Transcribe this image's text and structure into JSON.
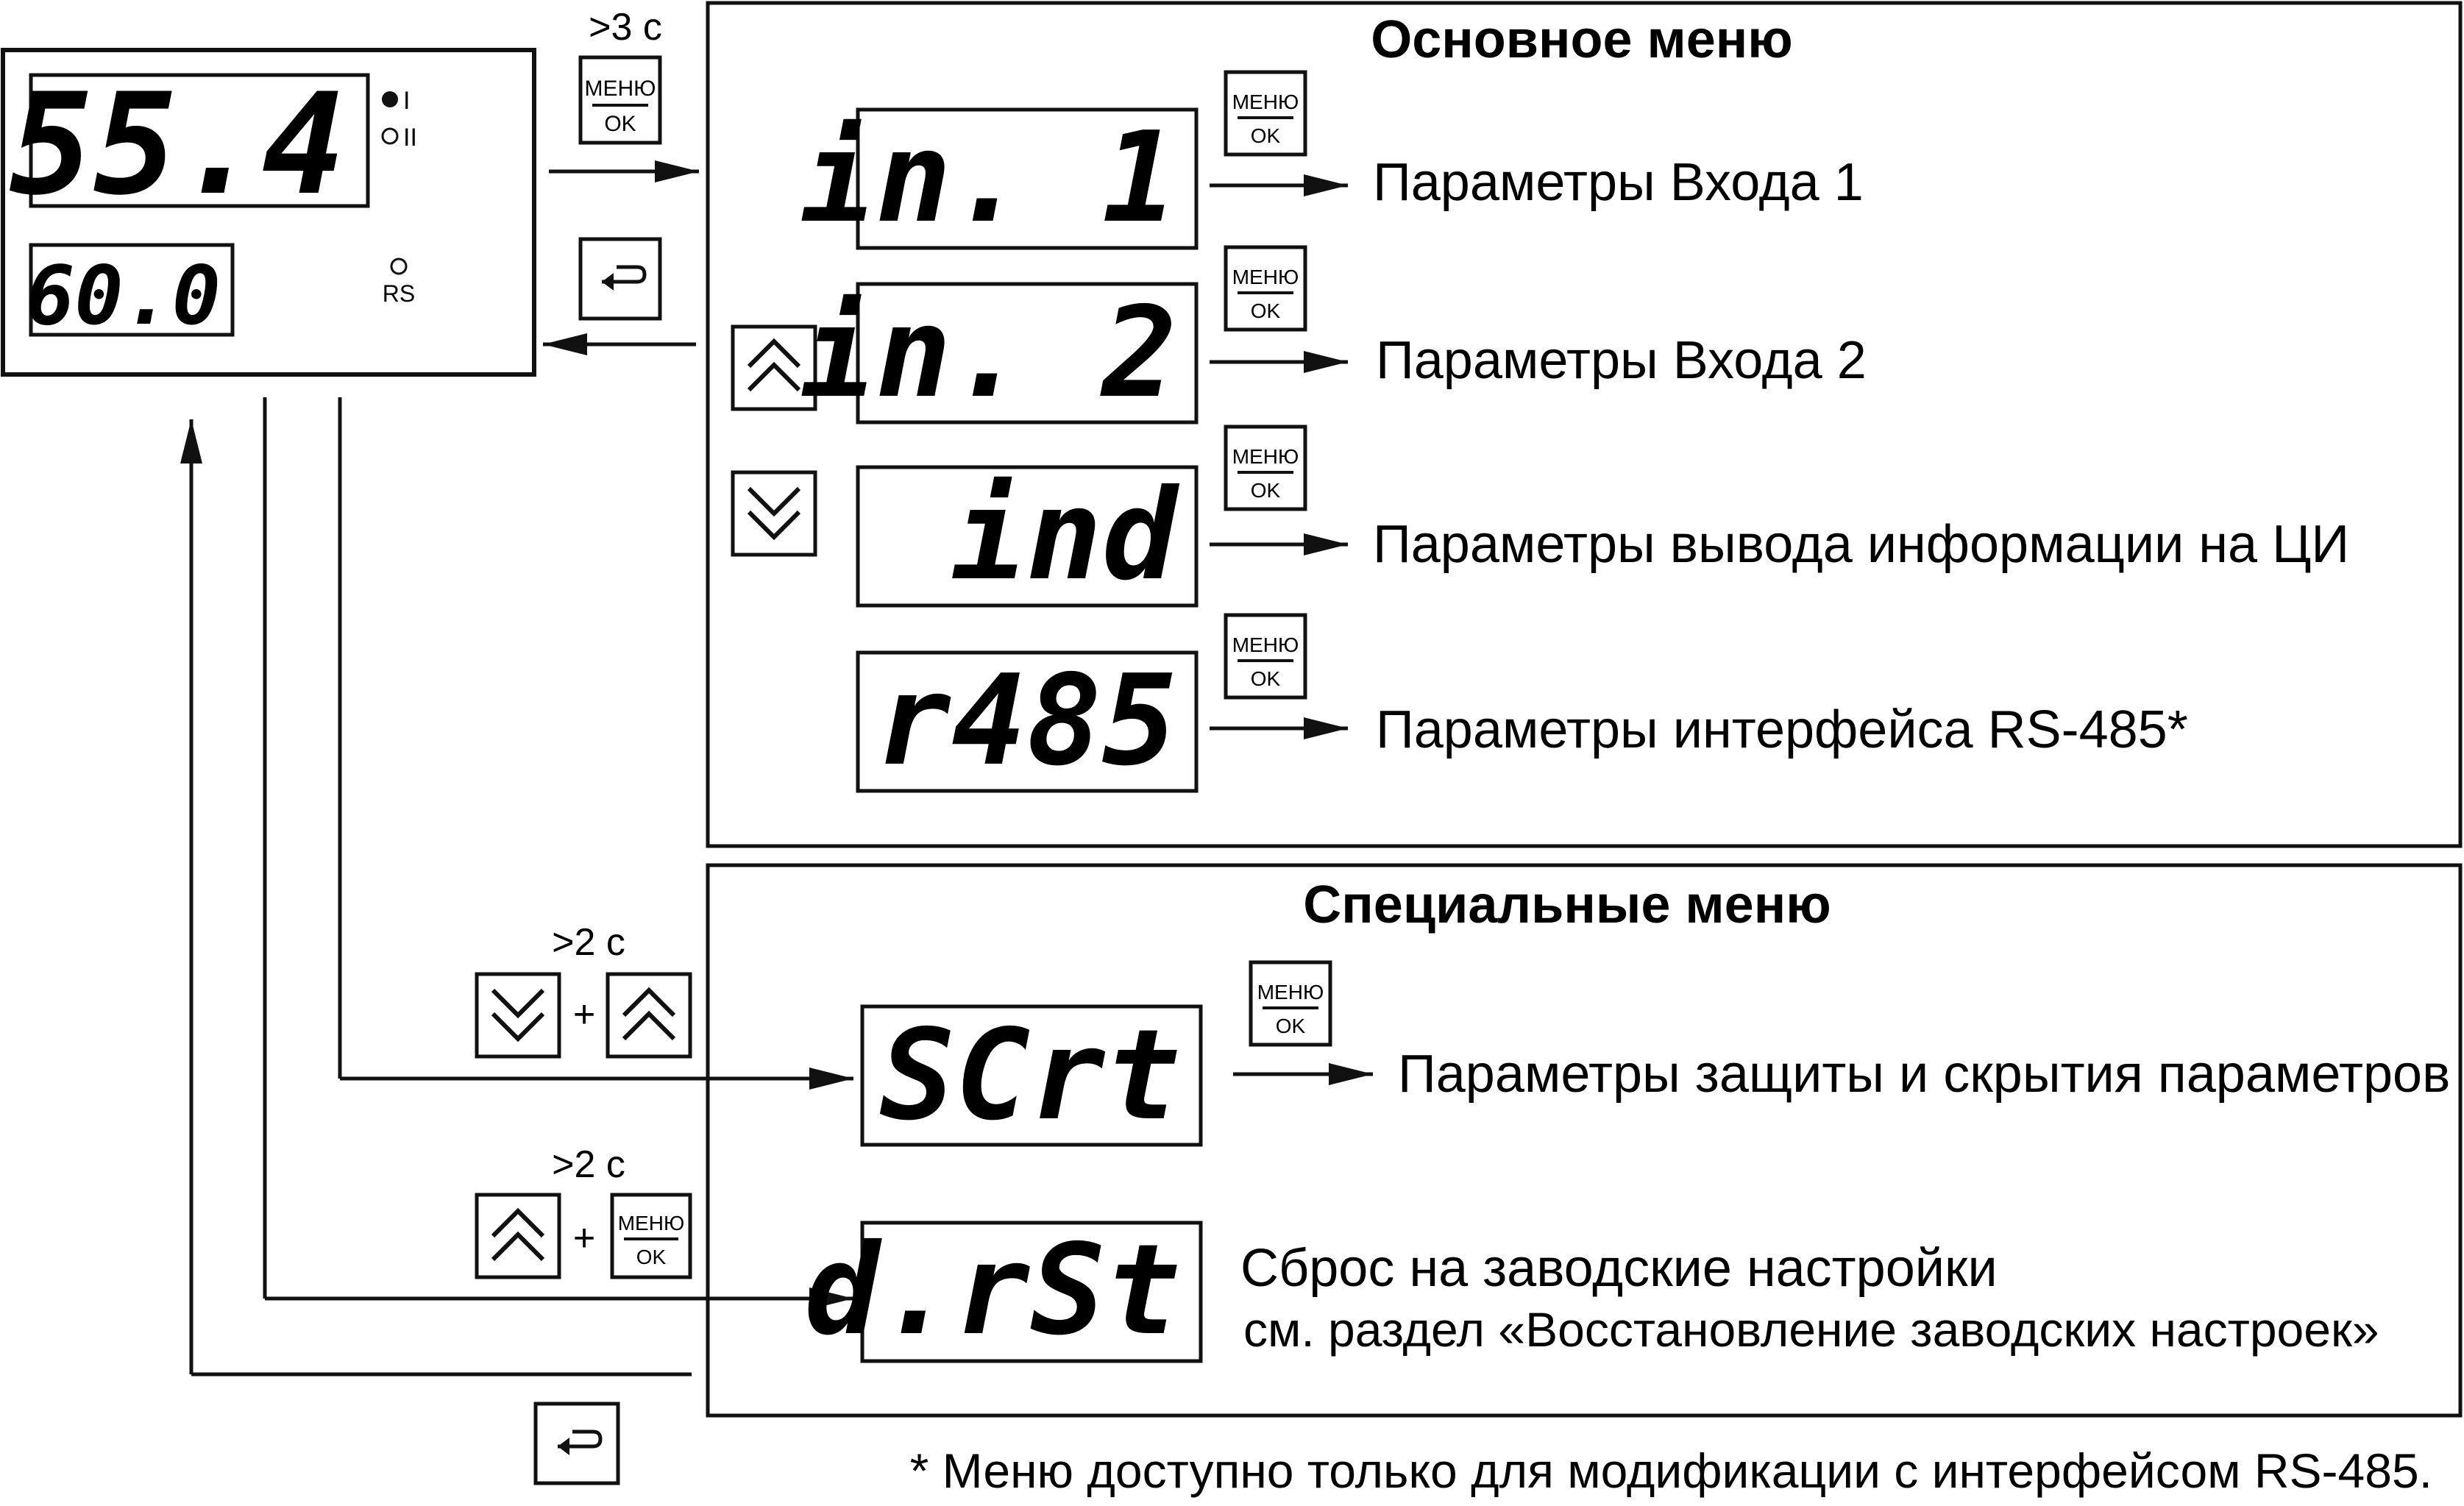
{
  "device": {
    "display_top": "55.4",
    "display_bottom": "60.0",
    "led_1": "I",
    "led_2": "II",
    "led_rs": "RS"
  },
  "key_labels": {
    "menu_top": "МЕНЮ",
    "menu_bottom": "OK",
    "plus": "+"
  },
  "timings": {
    "main_hold": ">3 с",
    "scrt_hold": ">2 с",
    "drst_hold": ">2 с"
  },
  "main_menu": {
    "title": "Основное меню",
    "items": [
      {
        "code": "in. 1",
        "label": "Параметры Входа 1"
      },
      {
        "code": "in. 2",
        "label": "Параметры Входа 2"
      },
      {
        "code": "ind",
        "label": "Параметры вывода информации на ЦИ"
      },
      {
        "code": "r485",
        "label": "Параметры интерфейса RS-485*"
      }
    ]
  },
  "special_menu": {
    "title": "Специальные меню",
    "items": [
      {
        "code": "SCrt",
        "label": "Параметры защиты и скрытия параметров"
      },
      {
        "code": "d.rSt",
        "label": "Сброс на заводские настройки",
        "sublabel": "см. раздел «Восстановление заводских настроек»"
      }
    ]
  },
  "footnote": "* Меню доступно только для модификации с интерфейсом RS-485."
}
